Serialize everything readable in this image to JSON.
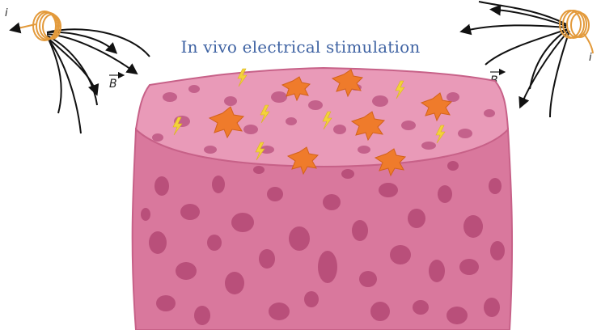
{
  "title": "In vivo electrical stimulation",
  "left_coil": {
    "current_label": "i",
    "field_label": "B"
  },
  "right_coil": {
    "current_label": "i",
    "field_label": "B"
  },
  "colors": {
    "tissue_side": "#d9789d",
    "tissue_top": "#e99ab8",
    "pore": "#b94f7a",
    "cell": "#ef7b2b",
    "spark": "#f3d23a",
    "coil": "#e39a3b",
    "field_lines": "#111111",
    "title": "#3f63a3"
  }
}
